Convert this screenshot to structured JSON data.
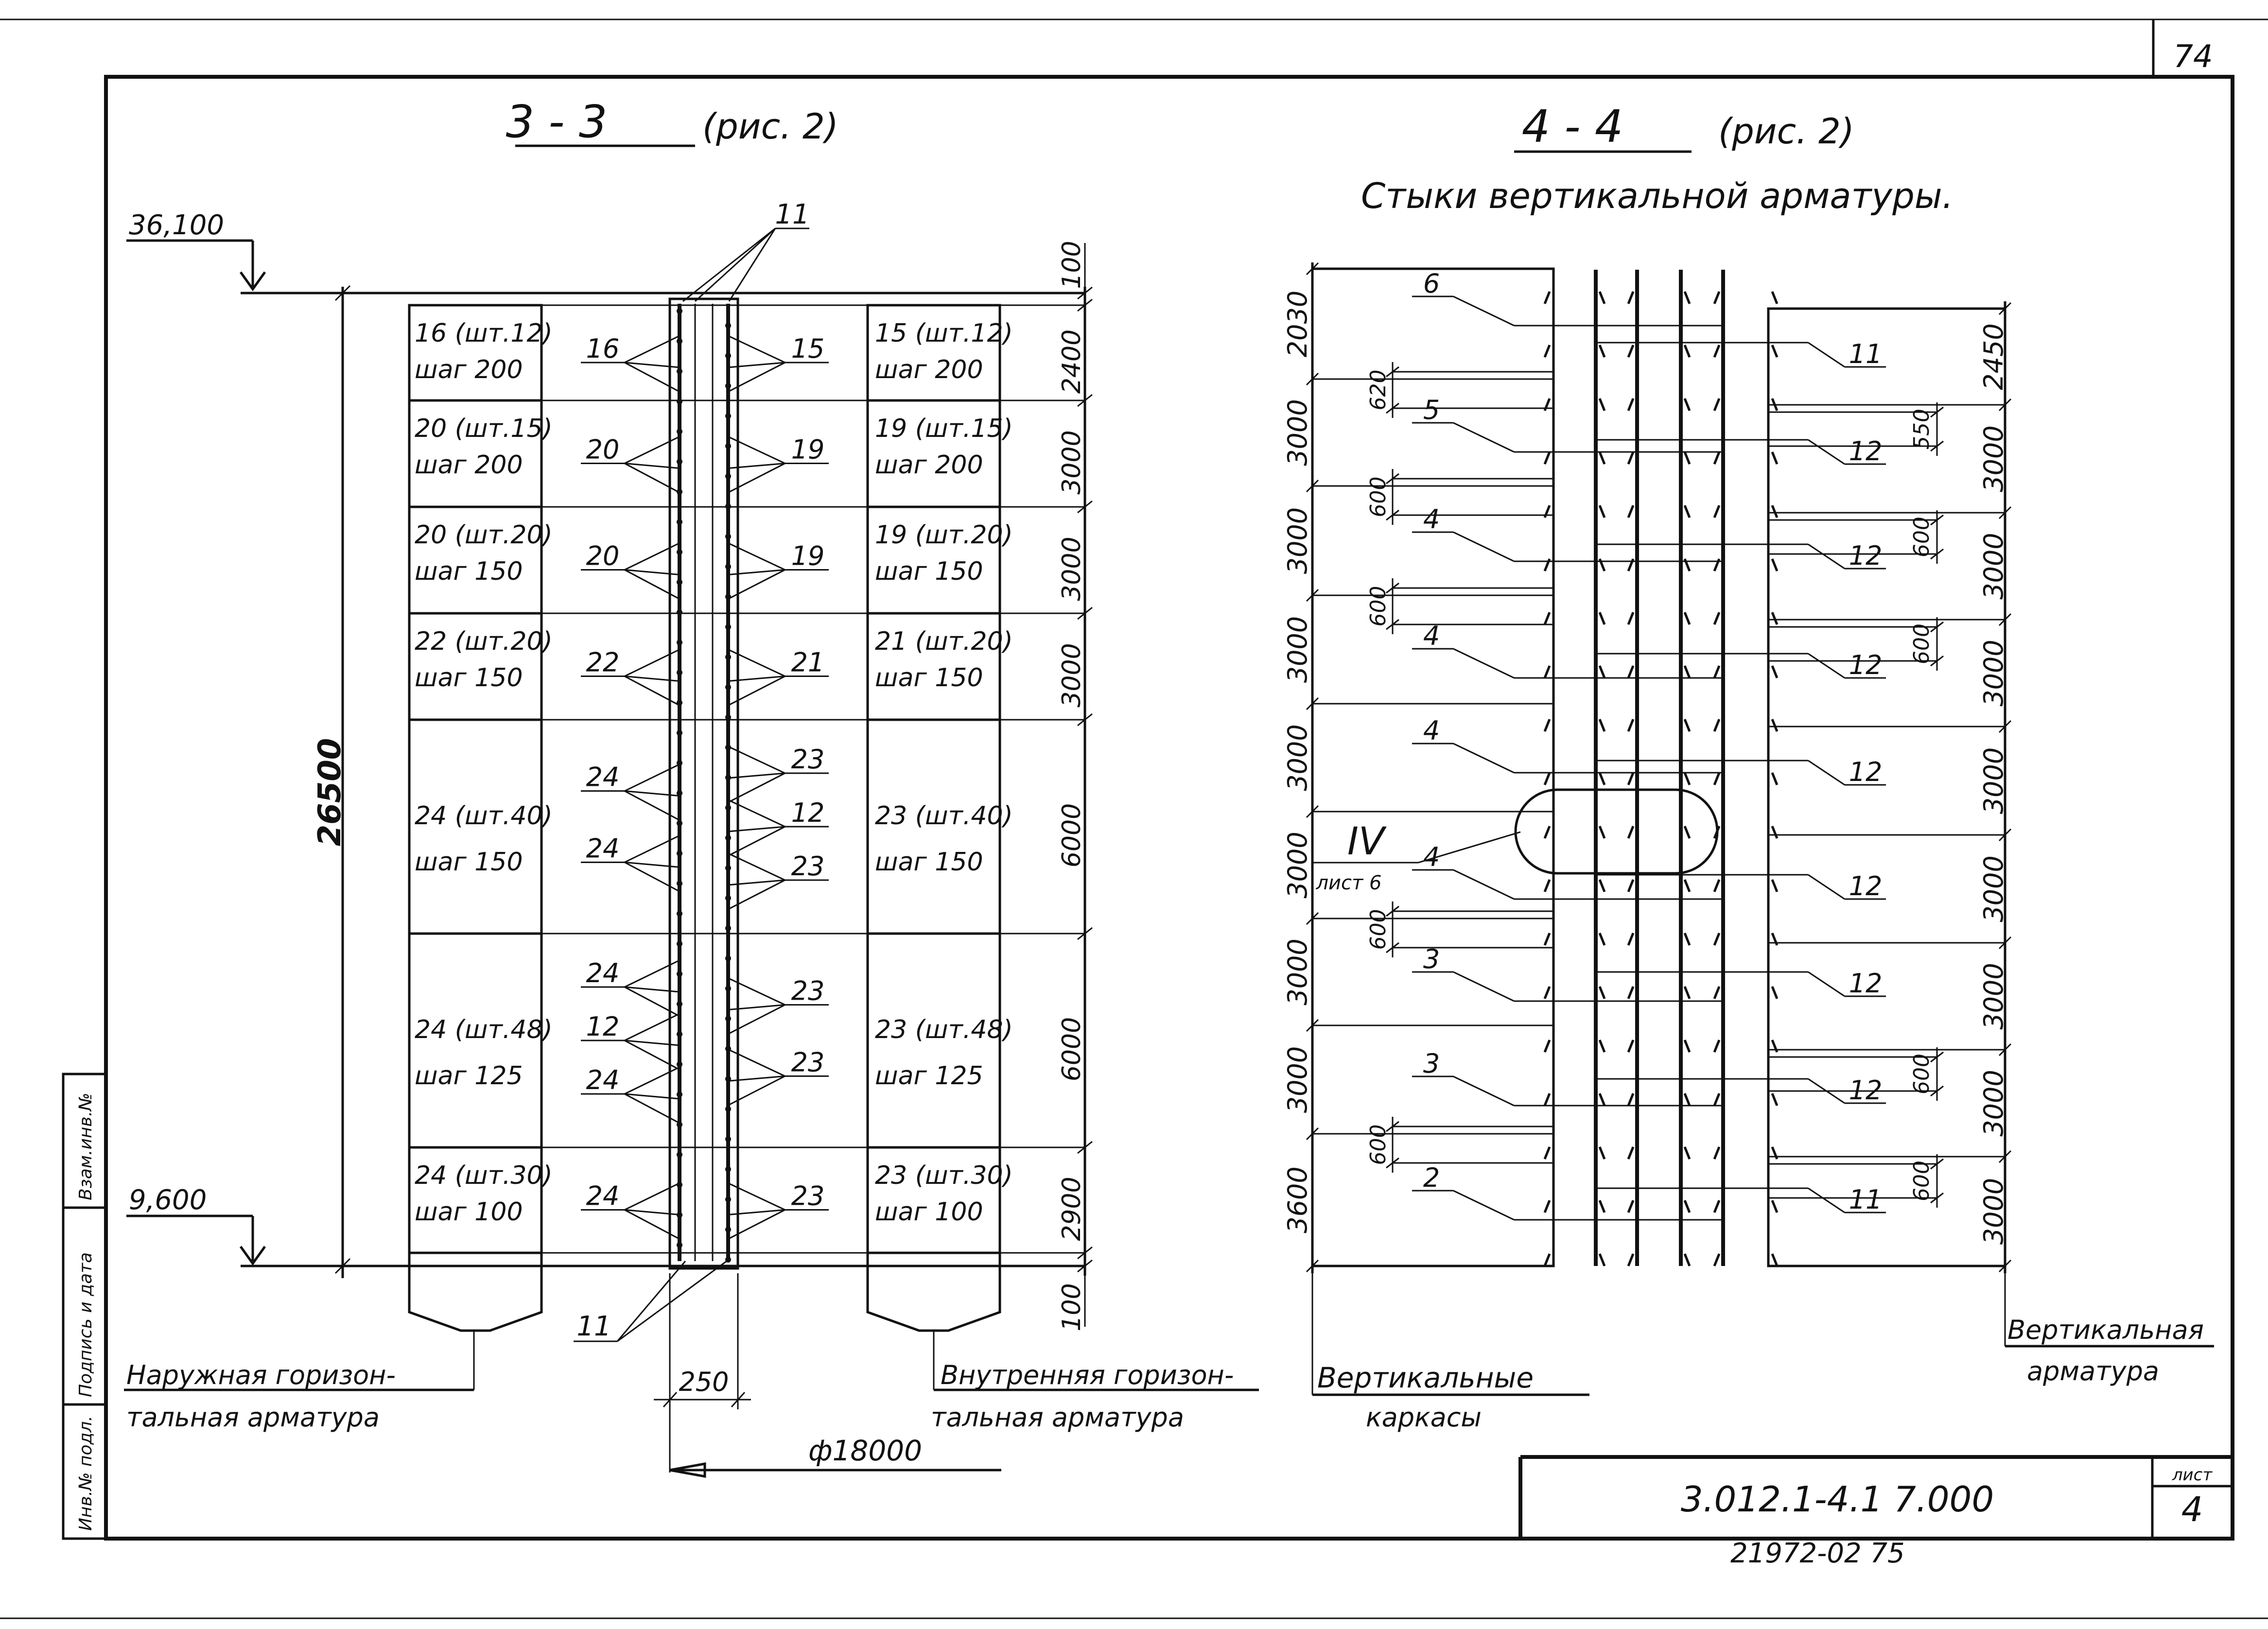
{
  "sheet": {
    "page_number_top": "74",
    "sheet_label": "лист",
    "sheet_number": "4",
    "doc_code": "3.012.1-4.1  7.000",
    "archive_number": "21972-02   75",
    "stamp_cells": [
      "Инв.№ подл.",
      "Подпись и дата",
      "Взам.инв.№"
    ]
  },
  "section33": {
    "title_num": "3 - 3",
    "title_ref": "(рис. 2)",
    "elev_top": "36,100",
    "elev_bottom": "9,600",
    "total_height": "26500",
    "wall_thickness": "250",
    "diameter": "ф18000",
    "callout_top": "11",
    "callout_bottom": "11",
    "outer_label_1": "Наружная горизон-",
    "outer_label_2": "тальная арматура",
    "inner_label_1": "Внутренняя горизон-",
    "inner_label_2": "тальная арматура",
    "dims": [
      "100",
      "2400",
      "3000",
      "3000",
      "3000",
      "6000",
      "6000",
      "2900",
      "100"
    ],
    "rows": [
      {
        "outer_1": "16 (шт.12)",
        "outer_2": "шаг 200",
        "inner_1": "15 (шт.12)",
        "inner_2": "шаг 200",
        "cl": [
          "16"
        ],
        "cr": [
          "15"
        ]
      },
      {
        "outer_1": "20 (шт.15)",
        "outer_2": "шаг 200",
        "inner_1": "19 (шт.15)",
        "inner_2": "шаг 200",
        "cl": [
          "20"
        ],
        "cr": [
          "19"
        ]
      },
      {
        "outer_1": "20 (шт.20)",
        "outer_2": "шаг 150",
        "inner_1": "19 (шт.20)",
        "inner_2": "шаг 150",
        "cl": [
          "20"
        ],
        "cr": [
          "19"
        ]
      },
      {
        "outer_1": "22 (шт.20)",
        "outer_2": "шаг 150",
        "inner_1": "21 (шт.20)",
        "inner_2": "шаг 150",
        "cl": [
          "22"
        ],
        "cr": [
          "21"
        ]
      },
      {
        "outer_1": "24 (шт.40)",
        "outer_2": "шаг 150",
        "inner_1": "23 (шт.40)",
        "inner_2": "шаг 150",
        "cl": [
          "24",
          "24"
        ],
        "cr": [
          "23",
          "12",
          "23"
        ]
      },
      {
        "outer_1": "24 (шт.48)",
        "outer_2": "шаг 125",
        "inner_1": "23 (шт.48)",
        "inner_2": "шаг 125",
        "cl": [
          "24",
          "12",
          "24"
        ],
        "cr": [
          "23",
          "23"
        ]
      },
      {
        "outer_1": "24 (шт.30)",
        "outer_2": "шаг 100",
        "inner_1": "23 (шт.30)",
        "inner_2": "шаг 100",
        "cl": [
          "24"
        ],
        "cr": [
          "23"
        ]
      }
    ]
  },
  "section44": {
    "title_num": "4 - 4",
    "title_ref": "(рис. 2)",
    "subtitle": "Стыки вертикальной арматуры.",
    "detail_mark": "IV",
    "detail_sheet": "лист 6",
    "left_label_1": "Вертикальные",
    "left_label_2": "каркасы",
    "right_label_1": "Вертикальная",
    "right_label_2": "арматура",
    "left_dims": [
      "2030",
      "3000",
      "3000",
      "3000",
      "3000",
      "3000",
      "3000",
      "3000",
      "3600"
    ],
    "right_dims": [
      "2450",
      "3000",
      "3000",
      "3000",
      "3000",
      "3000",
      "3000",
      "3000",
      "3000"
    ],
    "left_laps": [
      "620",
      "600",
      "600",
      "600",
      "600"
    ],
    "right_laps": [
      "550",
      "600",
      "600",
      "600",
      "600"
    ],
    "left_marks": [
      "6",
      "5",
      "4",
      "4",
      "4",
      "4",
      "3",
      "3",
      "2"
    ],
    "right_marks": [
      "11",
      "12",
      "12",
      "12",
      "12",
      "12",
      "12",
      "12",
      "11"
    ]
  }
}
